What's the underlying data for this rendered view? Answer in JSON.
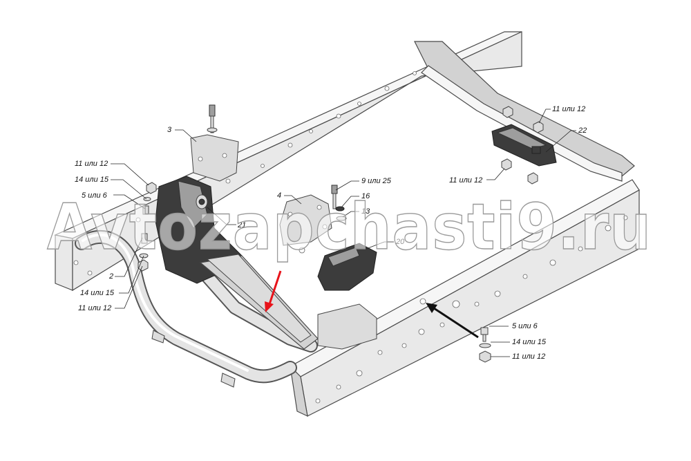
{
  "callouts": {
    "l3": "3",
    "l4": "4",
    "l11_12_top_left": "11 или 12",
    "l14_15_top_left": "14 или 15",
    "l5_6_left": "5 или 6",
    "l2": "2",
    "l14_15_left": "14 или 15",
    "l11_12_left": "11 или 12",
    "l21": "21",
    "l9_25": "9 или 25",
    "l16": "16",
    "l13": "13",
    "l20": "20",
    "l11_12_top_right": "11 или 12",
    "l22": "22",
    "l11_12_right": "11 или 12",
    "l5_6_right": "5 или 6",
    "l14_15_right": "14 или 15",
    "l11_12_bottom_right": "11 или 12"
  },
  "watermark": "Avtozapchasti9.ru",
  "colors": {
    "red_arrow": "#e8141b",
    "black_arrow": "#111111"
  }
}
